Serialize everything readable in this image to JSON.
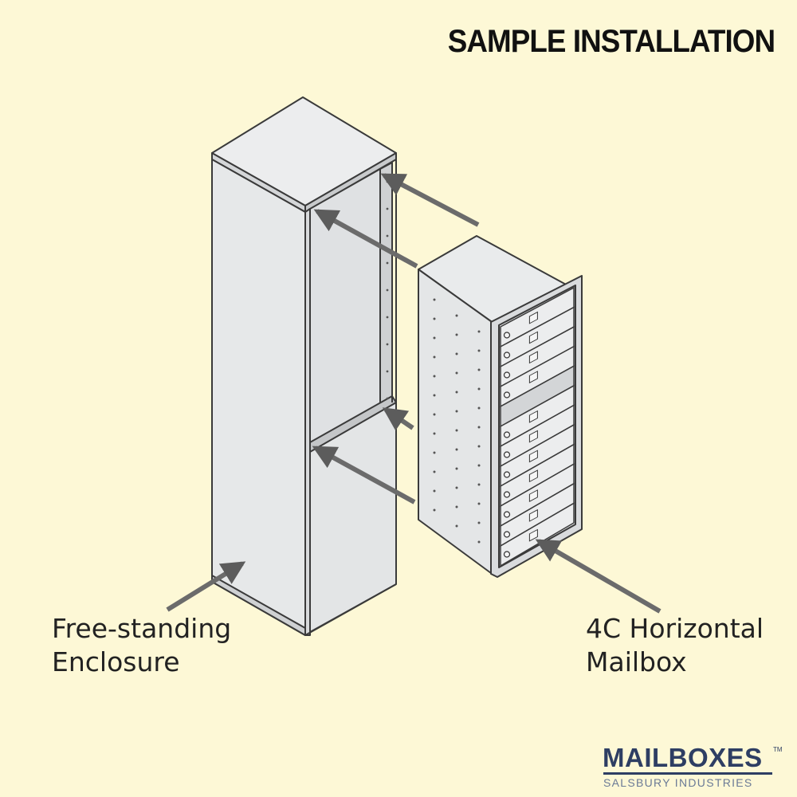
{
  "title": "SAMPLE INSTALLATION",
  "labels": {
    "enclosure": [
      "Free-standing",
      "Enclosure"
    ],
    "mailbox": [
      "4C Horizontal",
      "Mailbox"
    ]
  },
  "logo": {
    "name": "MAILBOXES",
    "trademark": "TM",
    "tagline": "SALSBURY INDUSTRIES"
  },
  "colors": {
    "background": "#fdf8d6",
    "panel_light": "#e9ebec",
    "panel_mid": "#d8dadc",
    "outline": "#3a3a3a",
    "arrow": "#6b6b6b",
    "logo": "#2e3e63"
  },
  "mailbox": {
    "door_count": 11
  }
}
